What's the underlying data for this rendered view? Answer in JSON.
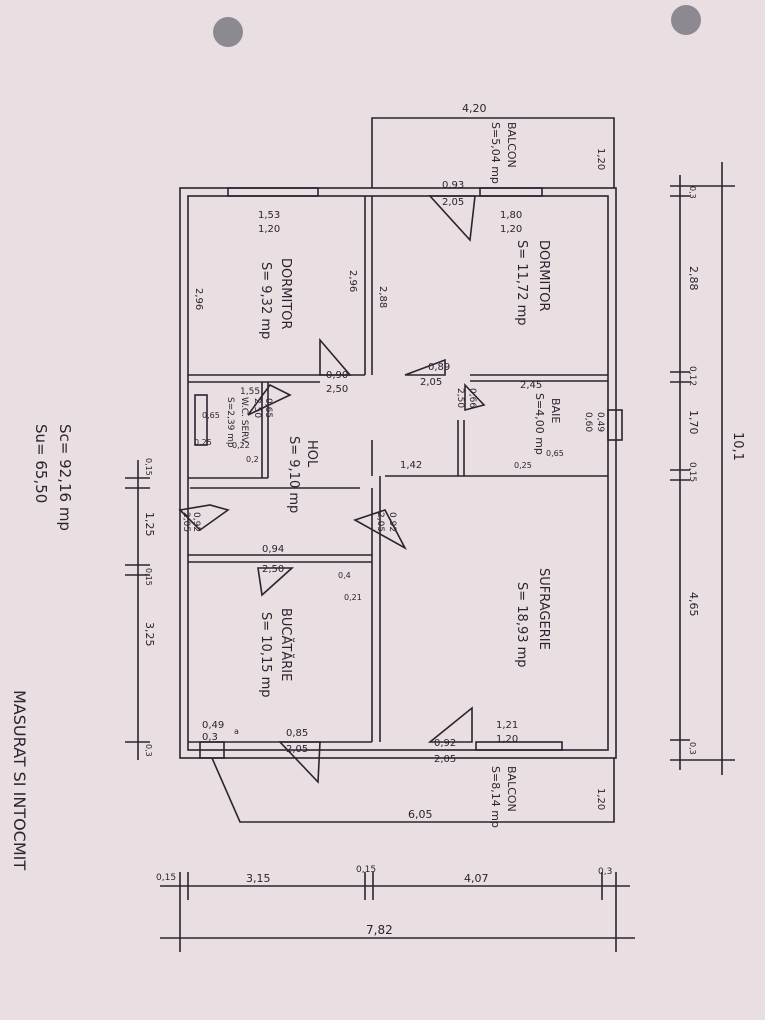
{
  "rooms": {
    "dormitor_left": {
      "name": "DORMITOR",
      "area": "S= 9,32 mp"
    },
    "dormitor_right": {
      "name": "DORMITOR",
      "area": "S= 11,72 mp"
    },
    "baie": {
      "name": "BAIE",
      "area": "S=4,00 mp"
    },
    "wc": {
      "name": "W.C. SERV.",
      "area": "S=2,39 mp"
    },
    "hol": {
      "name": "HOL",
      "area": "S= 9,10 mp"
    },
    "bucatarie": {
      "name": "BUCĂTĂRIE",
      "area": "S= 10,15 mp"
    },
    "sufragerie": {
      "name": "SUFRAGERIE",
      "area": "S= 18,93 mp"
    },
    "balcon_top": {
      "name": "BALCON",
      "area": "S=5,04 mp"
    },
    "balcon_bottom": {
      "name": "BALCON",
      "area": "S=8,14 mp"
    }
  },
  "openings": {
    "w_dorm_left": {
      "w": "1,53",
      "h": "1,20"
    },
    "w_dorm_right": {
      "w": "1,80",
      "h": "1,20"
    },
    "d_balcon_top": {
      "w": "0,93",
      "h": "2,05"
    },
    "d_dorm_left": {
      "w": "0,90",
      "h": "2,50"
    },
    "d_dorm_right": {
      "w": "0,89",
      "h": "2,05"
    },
    "d_wc": {
      "w": "0,65",
      "h": "2,50"
    },
    "d_baie": {
      "w": "0,66",
      "h": "2,50"
    },
    "w_baie": {
      "w": "0,49",
      "h": "0,60"
    },
    "d_entrance": {
      "w": "0,92",
      "h": "2,05"
    },
    "d_hol_suf": {
      "w": "0,92",
      "h": "2,05"
    },
    "d_bucatarie": {
      "w": "0,94",
      "h": "2,50"
    },
    "w_bucatarie": {
      "w": "0,49",
      "h": "0,3"
    },
    "d_buc_balcon": {
      "w": "0,85",
      "h": "2,05"
    },
    "d_suf_balcon": {
      "w": "0,92",
      "h": "2,05"
    },
    "w_sufragerie": {
      "w": "1,21",
      "h": "1,20"
    }
  },
  "labels": {
    "d296a": "2,96",
    "d296b": "2,96",
    "d288": "2,88",
    "d155": "1,55",
    "d065": "0,65",
    "d025": "0,25",
    "d022": "0,22",
    "d0_2": "0,2",
    "d245": "2,45",
    "d025b": "0,25",
    "d065b": "0,65",
    "d142": "1,42",
    "d04": "0,4",
    "d021": "0,21",
    "d_a": "a",
    "d420": "4,20",
    "d120a": "1,20",
    "d120b": "1,20",
    "d605": "6,05"
  },
  "dims_right": {
    "segments": [
      "0,3",
      "2,88",
      "0,12",
      "1,70",
      "0,15",
      "4,65",
      "0,3"
    ],
    "total": "10,1"
  },
  "dims_left": {
    "segments": [
      "0,15",
      "1,25",
      "0,15",
      "3,25",
      "0,3"
    ]
  },
  "dims_bottom": {
    "segments": [
      "0,15",
      "3,15",
      "0,15",
      "4,07",
      "0,3"
    ],
    "total": "7,82"
  },
  "totals": {
    "sc": "Sc= 92,16 mp",
    "su": "Su= 65,50"
  },
  "stamp_text": "MASURAT SI INTOCMIT",
  "colors": {
    "paper": "#e9dfe2",
    "ink": "#2b2430"
  }
}
